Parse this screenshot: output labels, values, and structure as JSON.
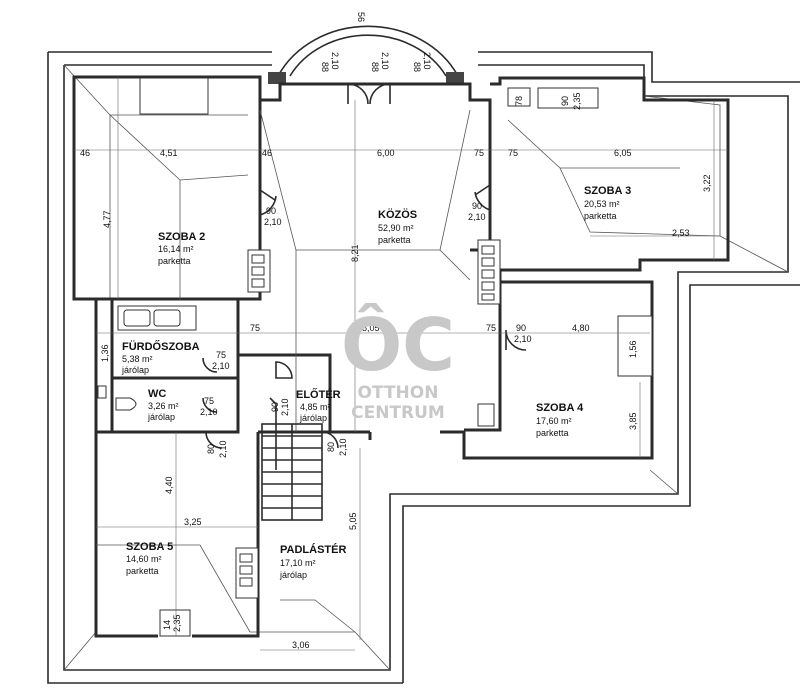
{
  "rooms": [
    {
      "id": "kozos",
      "name": "KÖZÖS",
      "area": "52,90 m²",
      "floor": "parketta"
    },
    {
      "id": "szoba2",
      "name": "SZOBA 2",
      "area": "16,14 m²",
      "floor": "parketta"
    },
    {
      "id": "szoba3",
      "name": "SZOBA 3",
      "area": "20,53 m²",
      "floor": "parketta"
    },
    {
      "id": "furdo",
      "name": "FÜRDŐSZOBA",
      "area": "5,38 m²",
      "floor": "járólap"
    },
    {
      "id": "wc",
      "name": "WC",
      "area": "3,26 m²",
      "floor": "járólap"
    },
    {
      "id": "eloter",
      "name": "ELŐTÉR",
      "area": "4,85 m²",
      "floor": "járólap"
    },
    {
      "id": "szoba4",
      "name": "SZOBA 4",
      "area": "17,60 m²",
      "floor": "parketta"
    },
    {
      "id": "szoba5",
      "name": "SZOBA 5",
      "area": "14,60 m²",
      "floor": "parketta"
    },
    {
      "id": "padlas",
      "name": "PADLÁSTÉR",
      "area": "17,10 m²",
      "floor": "járólap"
    }
  ],
  "dimensions": {
    "top_56": "56",
    "bay_88a": "88",
    "bay_210a": "2,10",
    "bay_88b": "88",
    "bay_210b": "2,10",
    "bay_88c": "88",
    "bay_210c": "2,10",
    "d46a": "46",
    "d451": "4,51",
    "d46b": "46",
    "d600": "6,00",
    "d75a": "75",
    "d75b": "75",
    "d605": "6,05",
    "d78": "78",
    "d90win": "90",
    "d235win": "2,35",
    "d477": "4,77",
    "d322": "3,22",
    "d253": "2,53",
    "d821": "8,21",
    "door2_90": "90",
    "door2_210": "2,10",
    "doorK_90": "90",
    "doorK_210": "2,10",
    "d75c": "75",
    "d505": "5,05",
    "d75d": "75",
    "d90e": "90",
    "d480": "4,80",
    "d210e": "2,10",
    "d156": "1,56",
    "fd_75": "75",
    "fd_210": "2,10",
    "fd_left": "1,36",
    "wc_75": "75",
    "wc_210": "2,10",
    "el_90": "90",
    "el_210": "2,10",
    "s5_80": "80",
    "s5_210": "2,10",
    "pd_80": "80",
    "pd_210": "2,10",
    "d440": "4,40",
    "d325": "3,25",
    "d505b": "5,05",
    "d385": "3,85",
    "d306": "3,06",
    "win5_14": "14",
    "win5_235": "2,35"
  },
  "logo": {
    "mark": "ÔC",
    "line1": "OTTHON",
    "line2": "CENTRUM"
  },
  "colors": {
    "wall": "#2b2b2b",
    "logo": "#c8c8c8"
  }
}
